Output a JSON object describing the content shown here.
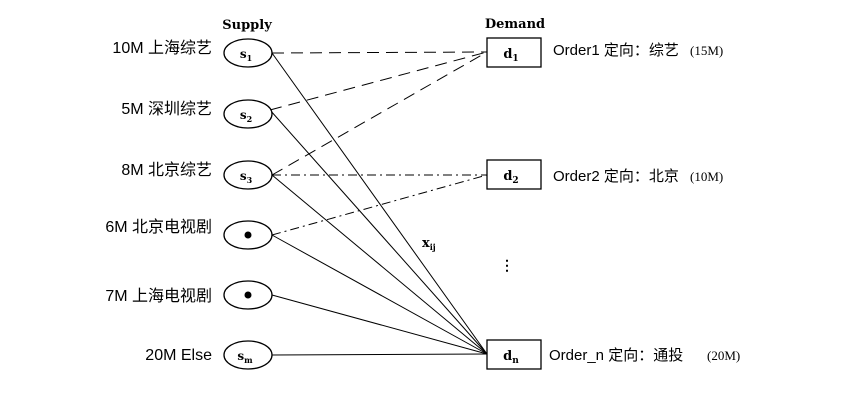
{
  "headers": {
    "supply": "Supply",
    "demand": "Demand"
  },
  "supply_nodes": [
    {
      "label": "10M 上海综艺",
      "node_main": "s",
      "node_sub": "1"
    },
    {
      "label": "5M 深圳综艺",
      "node_main": "s",
      "node_sub": "2"
    },
    {
      "label": "8M 北京综艺",
      "node_main": "s",
      "node_sub": "3"
    },
    {
      "label": "6M 北京电视剧",
      "node_main": "•",
      "node_sub": ""
    },
    {
      "label": "7M 上海电视剧",
      "node_main": "•",
      "node_sub": ""
    },
    {
      "label": "20M Else",
      "node_main": "s",
      "node_sub": "m"
    }
  ],
  "demand_nodes": [
    {
      "node_main": "d",
      "node_sub": "1",
      "order_label": "Order1 定向：综艺",
      "amount": "(15M)"
    },
    {
      "node_main": "d",
      "node_sub": "2",
      "order_label": "Order2 定向：北京",
      "amount": "(10M)"
    },
    {
      "node_main": "d",
      "node_sub": "n",
      "order_label": "Order_n 定向：通投",
      "amount": "(20M)"
    }
  ],
  "edge_label": {
    "main": "x",
    "sub": "ij"
  },
  "vertical_ellipsis": "⋮",
  "edges": [
    {
      "from": 0,
      "to": 0,
      "style": "dashed"
    },
    {
      "from": 1,
      "to": 0,
      "style": "dashed"
    },
    {
      "from": 2,
      "to": 0,
      "style": "dashed"
    },
    {
      "from": 2,
      "to": 1,
      "style": "dash-dot"
    },
    {
      "from": 3,
      "to": 1,
      "style": "dash-dot"
    },
    {
      "from": 0,
      "to": 2,
      "style": "solid"
    },
    {
      "from": 1,
      "to": 2,
      "style": "solid"
    },
    {
      "from": 2,
      "to": 2,
      "style": "solid"
    },
    {
      "from": 3,
      "to": 2,
      "style": "solid"
    },
    {
      "from": 4,
      "to": 2,
      "style": "solid"
    },
    {
      "from": 5,
      "to": 2,
      "style": "solid"
    }
  ]
}
